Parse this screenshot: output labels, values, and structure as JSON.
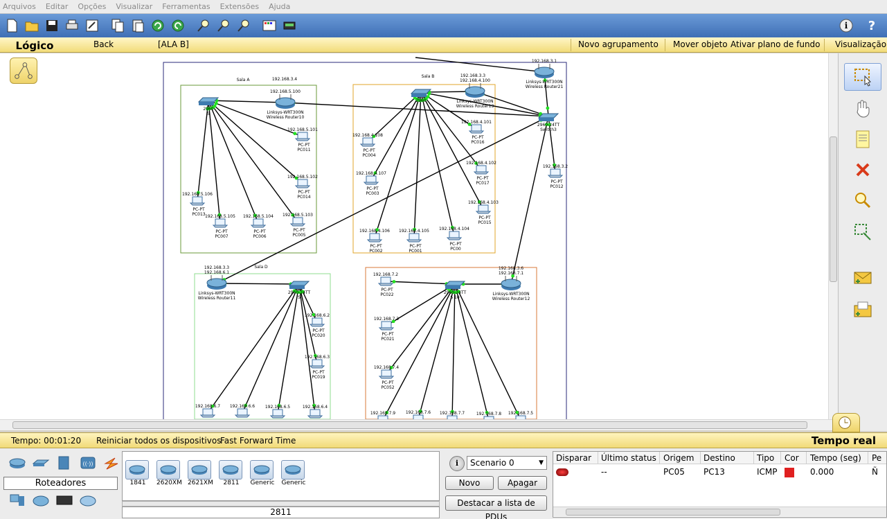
{
  "menu": [
    "Arquivos",
    "Editar",
    "Opções",
    "Visualizar",
    "Ferramentas",
    "Extensões",
    "Ajuda"
  ],
  "logic_bar": {
    "tab": "Lógico",
    "back": "Back",
    "path": "[ALA B]",
    "new_cluster": "Novo agrupamento",
    "move_object": "Mover objeto",
    "set_background": "Ativar plano de fundo",
    "viewport": "Visualização"
  },
  "rooms": [
    {
      "label": "Sala A",
      "color": "#6a9a3a"
    },
    {
      "label": "Sala B",
      "color": "#e2a52a"
    },
    {
      "label": "Sala D",
      "color": "#8fdc8f"
    },
    {
      "label": "",
      "color": "#d97a3a"
    }
  ],
  "devices": [
    {
      "id": "sw_a",
      "type": "switch",
      "labels": [
        "2960",
        "S"
      ]
    },
    {
      "id": "r10",
      "type": "router",
      "labels": [
        "192.168.5.100",
        "Linksys-WRT300N",
        "Wireless Router10"
      ]
    },
    {
      "id": "pc011",
      "type": "pc",
      "labels": [
        "192.168.5.101",
        "PC-PT",
        "PC011"
      ]
    },
    {
      "id": "pc014",
      "type": "pc",
      "labels": [
        "192.168.5.102",
        "PC-PT",
        "PC014"
      ]
    },
    {
      "id": "pc013",
      "type": "pc",
      "labels": [
        "192.168.5.106",
        "PC-PT",
        "PC013"
      ]
    },
    {
      "id": "pc007",
      "type": "pc",
      "labels": [
        "192.168.5.105",
        "PC-PT",
        "PC007"
      ]
    },
    {
      "id": "pc006",
      "type": "pc",
      "labels": [
        "192.168.5.104",
        "PC-PT",
        "PC006"
      ]
    },
    {
      "id": "pc005",
      "type": "pc",
      "labels": [
        "192.168.5.103",
        "PC-PT",
        "PC005"
      ]
    },
    {
      "id": "sw_b",
      "type": "switch",
      "labels": [
        "2960",
        ""
      ]
    },
    {
      "id": "r13",
      "type": "router",
      "labels": [
        "192.168.4.100",
        "Linksys-WRT300N",
        "Wireless Router13"
      ]
    },
    {
      "id": "pc004",
      "type": "pc",
      "labels": [
        "192.168.4.108",
        "PC-PT",
        "PC004"
      ]
    },
    {
      "id": "pc003",
      "type": "pc",
      "labels": [
        "192.168.4.107",
        "PC-PT",
        "PC003"
      ]
    },
    {
      "id": "pc002",
      "type": "pc",
      "labels": [
        "192.168.4.106",
        "PC-PT",
        "PC002"
      ]
    },
    {
      "id": "pc001",
      "type": "pc",
      "labels": [
        "192.168.4.105",
        "PC-PT",
        "PC001"
      ]
    },
    {
      "id": "pc00",
      "type": "pc",
      "labels": [
        "192.168.4.104",
        "PC-PT",
        "PC00"
      ]
    },
    {
      "id": "pc016",
      "type": "pc",
      "labels": [
        "192.168.4.101",
        "PC-PT",
        "PC016"
      ]
    },
    {
      "id": "pc017",
      "type": "pc",
      "labels": [
        "192.168.4.102",
        "PC-PT",
        "PC017"
      ]
    },
    {
      "id": "pc015",
      "type": "pc",
      "labels": [
        "192.168.4.103",
        "PC-PT",
        "PC015"
      ]
    },
    {
      "id": "r21",
      "type": "router",
      "labels": [
        "192.168.3.1",
        "Linksys-WRT300N",
        "Wireless Router21"
      ]
    },
    {
      "id": "sw3",
      "type": "switch",
      "labels": [
        "2960-24TT",
        "Switch3"
      ]
    },
    {
      "id": "pc012",
      "type": "pc",
      "labels": [
        "192.168.3.2",
        "PC-PT",
        "PC012"
      ]
    },
    {
      "id": "r11",
      "type": "router",
      "labels": [
        "192.168.3.3",
        "192.168.6.1",
        "Linksys-WRT300N",
        "Wireless Router11"
      ]
    },
    {
      "id": "sw_d",
      "type": "switch",
      "labels": [
        "2960-24TT",
        "S"
      ]
    },
    {
      "id": "pc020",
      "type": "pc",
      "labels": [
        "192.168.6.2",
        "PC-PT",
        "PC020"
      ]
    },
    {
      "id": "pc019",
      "type": "pc",
      "labels": [
        "192.168.6.3",
        "PC-PT",
        "PC019"
      ]
    },
    {
      "id": "d7",
      "type": "pc",
      "labels": [
        "192.168.6.7"
      ]
    },
    {
      "id": "d6",
      "type": "pc",
      "labels": [
        "192.168.6.6"
      ]
    },
    {
      "id": "d5",
      "type": "pc",
      "labels": [
        "192.168.6.5"
      ]
    },
    {
      "id": "d4",
      "type": "pc",
      "labels": [
        "192.168.6.4"
      ]
    },
    {
      "id": "r12",
      "type": "router",
      "labels": [
        "192.168.3.6",
        "192.168.7.1",
        "Linksys-WRT300N",
        "Wireless Router12"
      ]
    },
    {
      "id": "sw_e",
      "type": "switch",
      "labels": [
        "2960-24TT",
        "S 10"
      ]
    },
    {
      "id": "pc022",
      "type": "pc",
      "labels": [
        "192.168.7.2",
        "PC-PT",
        "PC022"
      ]
    },
    {
      "id": "pc021",
      "type": "pc",
      "labels": [
        "192.168.7.3",
        "PC-PT",
        "PC021"
      ]
    },
    {
      "id": "pc052",
      "type": "pc",
      "labels": [
        "192.168.7.4",
        "PC-PT",
        "PC052"
      ]
    },
    {
      "id": "e9",
      "type": "pc",
      "labels": [
        "192.168.7.9"
      ]
    },
    {
      "id": "e8",
      "type": "pc",
      "labels": [
        "192.168.7.6"
      ]
    },
    {
      "id": "e7",
      "type": "pc",
      "labels": [
        "192.168.7.7"
      ]
    },
    {
      "id": "e6",
      "type": "pc",
      "labels": [
        "192.168.7.8"
      ]
    },
    {
      "id": "e5",
      "type": "pc",
      "labels": [
        "192.168.7.5"
      ]
    }
  ],
  "extra_labels": [
    {
      "text": "192.168.3.4",
      "for": "sala-a"
    },
    {
      "text": "192.168.3.3",
      "for": "sala-b"
    }
  ],
  "status": {
    "time_label": "Tempo: 00:01:20",
    "power_cycle": "Reiniciar todos os dispositivos",
    "fast_forward": "Fast Forward Time",
    "mode": "Tempo real"
  },
  "device_panel": {
    "category": "Roteadores",
    "models": [
      "1841",
      "2620XM",
      "2621XM",
      "2811",
      "Generic",
      "Generic"
    ],
    "selected": "2811"
  },
  "scenario": {
    "info": "i",
    "value": "Scenario 0",
    "new": "Novo",
    "delete": "Apagar",
    "toggle_pdu": "Destacar a lista de PDUs"
  },
  "pdu_table": {
    "headers": [
      "Disparar",
      "Último status",
      "Origem",
      "Destino",
      "Tipo",
      "Cor",
      "Tempo (seg)",
      "Pe"
    ],
    "rows": [
      {
        "status": "--",
        "source": "PC05",
        "dest": "PC13",
        "type": "ICMP",
        "time": "0.000",
        "periodic": "Ñ",
        "color": "#e02020"
      }
    ]
  },
  "colors": {
    "accent_yellow": "#f2dc7a",
    "toolbar_blue": "#4a7cc0"
  }
}
